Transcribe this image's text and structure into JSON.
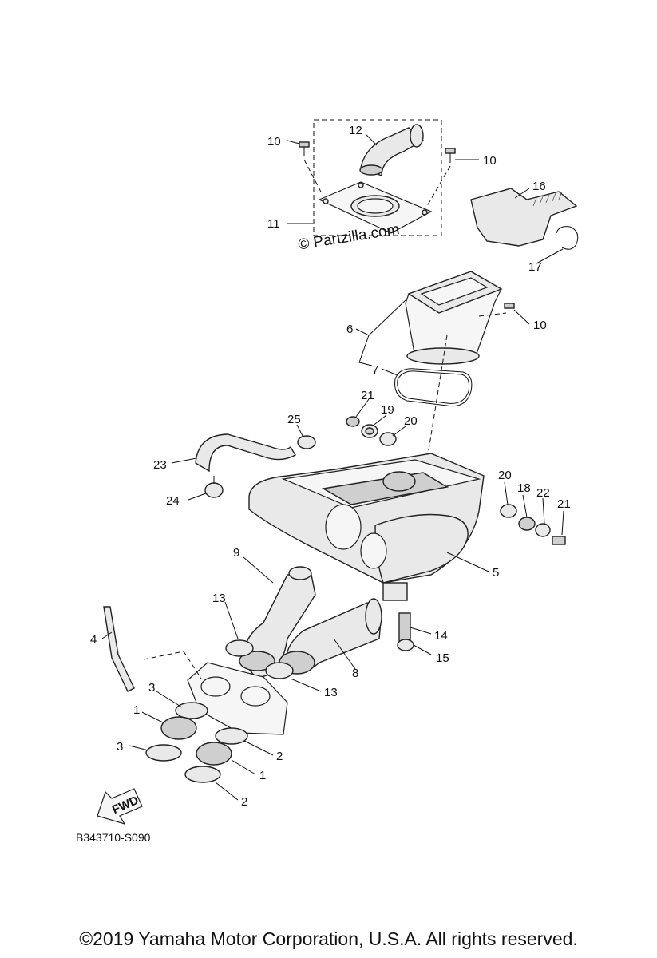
{
  "watermark": "© Partzilla.com",
  "diagram_code": "B343710-S090",
  "copyright": "©2019 Yamaha Motor Corporation, U.S.A. All rights reserved.",
  "fwd_label": "FWD",
  "callouts": {
    "c1a": "1",
    "c1b": "1",
    "c2a": "2",
    "c2b": "2",
    "c3a": "3",
    "c3b": "3",
    "c4": "4",
    "c5": "5",
    "c6": "6",
    "c7": "7",
    "c8": "8",
    "c9": "9",
    "c10a": "10",
    "c10b": "10",
    "c10c": "10",
    "c11": "11",
    "c12": "12",
    "c13a": "13",
    "c13b": "13",
    "c14": "14",
    "c15": "15",
    "c16": "16",
    "c17": "17",
    "c18": "18",
    "c19": "19",
    "c20a": "20",
    "c20b": "20",
    "c21a": "21",
    "c21b": "21",
    "c22": "22",
    "c23": "23",
    "c24": "24",
    "c25": "25"
  }
}
